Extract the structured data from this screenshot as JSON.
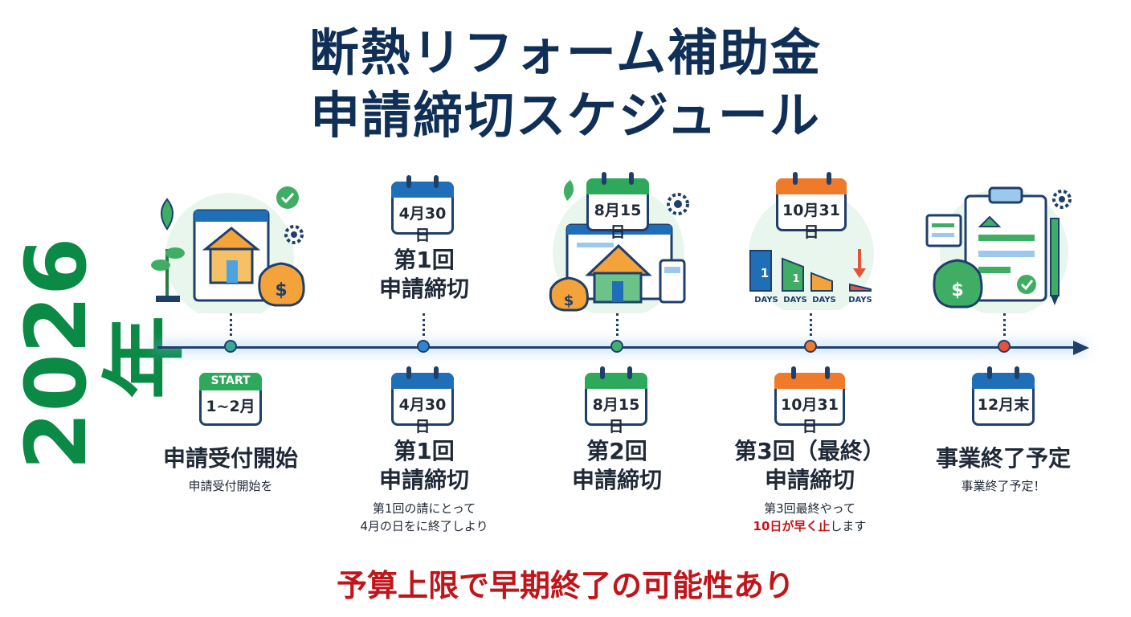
{
  "title": {
    "line1": "断熱リフォーム補助金",
    "line2": "申請締切スケジュール"
  },
  "year": "2026年",
  "illustrations": {
    "deadline1_calendar": "4月30日",
    "deadline1_label_line1": "第1回",
    "deadline1_label_line2": "申請締切",
    "deadline2_calendar": "8月15日",
    "deadline3_calendar": "10月31日",
    "days_bars": [
      {
        "number": "1",
        "label": "DAYS"
      },
      {
        "number": "1",
        "label": "DAYS"
      },
      {
        "number": "",
        "label": "DAYS"
      },
      {
        "number": "",
        "label": "DAYS"
      }
    ]
  },
  "milestones": [
    {
      "calendar": "1~2月",
      "badge": "START",
      "title": "申請受付開始",
      "desc": [
        "申請受付開始を"
      ],
      "color": "#2ea85a",
      "icons": [
        "plant-icon",
        "laptop-house-icon",
        "money-bag-icon",
        "gear-icon",
        "check-bubble-icon"
      ]
    },
    {
      "calendar": "4月30日",
      "badge": "",
      "title_line1": "第1回",
      "title_line2": "申請締切",
      "desc": [
        "第1回の請にとって",
        "4月の日をに終了しより"
      ],
      "color": "#1f6fb8"
    },
    {
      "calendar": "8月15日",
      "badge": "",
      "title_line1": "第2回",
      "title_line2": "申請締切",
      "desc": [],
      "color": "#2ea85a"
    },
    {
      "calendar": "10月31日",
      "badge": "",
      "title_line1": "第3回（最終）",
      "title_line2": "申請締切",
      "desc": [
        "第3回最終やって"
      ],
      "desc_highlight": "10日が早く止",
      "desc_tail": "します",
      "color": "#ef7a2a"
    },
    {
      "calendar": "12月末",
      "badge": "",
      "title": "事業終了予定",
      "desc": [
        "事業終了予定！"
      ],
      "color": "#1f6fb8"
    }
  ],
  "colors": {
    "navy": "#0f2f57",
    "green": "#0a8a45",
    "red": "#c0161b",
    "blue": "#1f6fb8",
    "orange": "#ef7a2a",
    "dot_red": "#e5533a"
  },
  "warning": "予算上限で早期終了の可能性あり"
}
